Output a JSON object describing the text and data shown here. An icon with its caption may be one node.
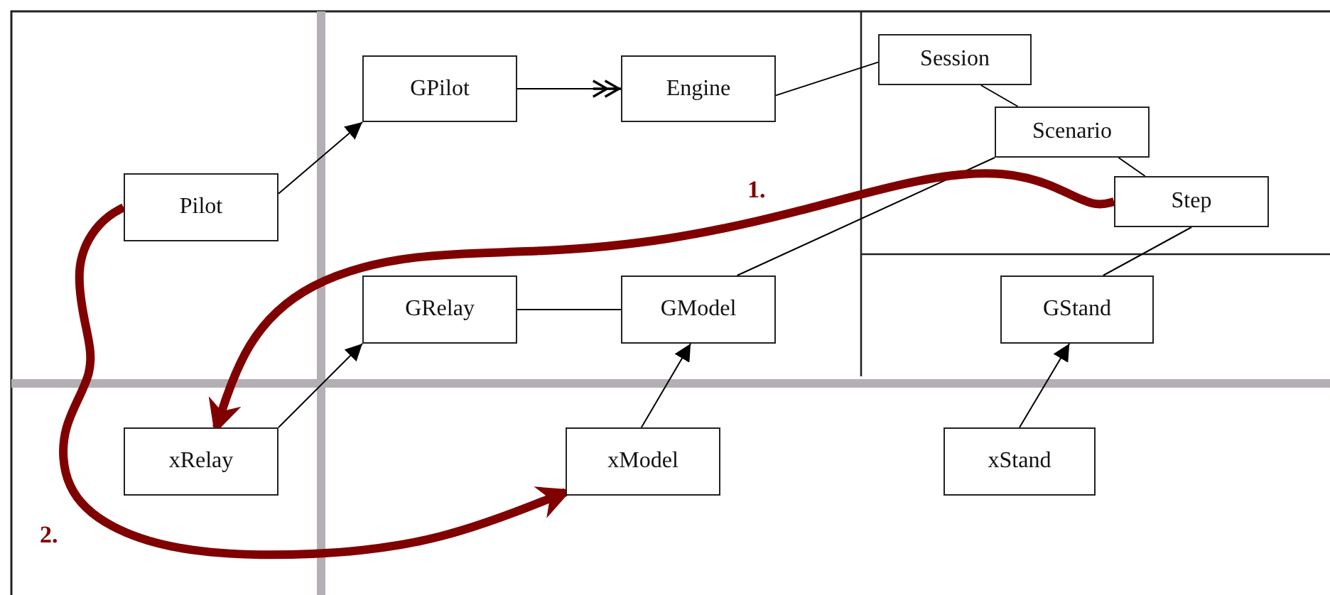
{
  "diagram": {
    "nodes": [
      {
        "text": [
          "Pilot"
        ]
      },
      {
        "text": [
          "GPilot"
        ]
      },
      {
        "text": [
          "Engine"
        ]
      },
      {
        "text": [
          "Session"
        ]
      },
      {
        "text": [
          "Scenario"
        ]
      },
      {
        "text": [
          "Step"
        ]
      },
      {
        "text": [
          "GRelay"
        ]
      },
      {
        "text": [
          "GModel"
        ]
      },
      {
        "text": [
          "GStand"
        ]
      },
      {
        "text": [
          "xRelay"
        ]
      },
      {
        "text": [
          "xModel"
        ]
      },
      {
        "text": [
          "xStand"
        ]
      }
    ],
    "edges": [
      {
        "from": 0,
        "to": 1,
        "arrow": "to"
      },
      {
        "from": 1,
        "to": 2,
        "arrow": "to"
      },
      {
        "from": 2,
        "to": 3,
        "arrow": "none"
      },
      {
        "from": 3,
        "to": 4,
        "arrow": "none"
      },
      {
        "from": 4,
        "to": 5,
        "arrow": "none"
      },
      {
        "from": 4,
        "to": 7,
        "arrow": "none"
      },
      {
        "from": 5,
        "to": 8,
        "arrow": "none"
      },
      {
        "from": 6,
        "to": 7,
        "arrow": "none"
      },
      {
        "from": 9,
        "to": 6,
        "arrow": "to"
      },
      {
        "from": 10,
        "to": 7,
        "arrow": "to"
      },
      {
        "from": 11,
        "to": 8,
        "arrow": "to"
      },
      {
        "from": 5,
        "to": 9,
        "arrow": "to",
        "label": "1.",
        "style": "thick",
        "color": "#800000"
      },
      {
        "from": 0,
        "to": 10,
        "arrow": "to",
        "label": "2.",
        "style": "thick",
        "color": "#800000"
      }
    ]
  }
}
